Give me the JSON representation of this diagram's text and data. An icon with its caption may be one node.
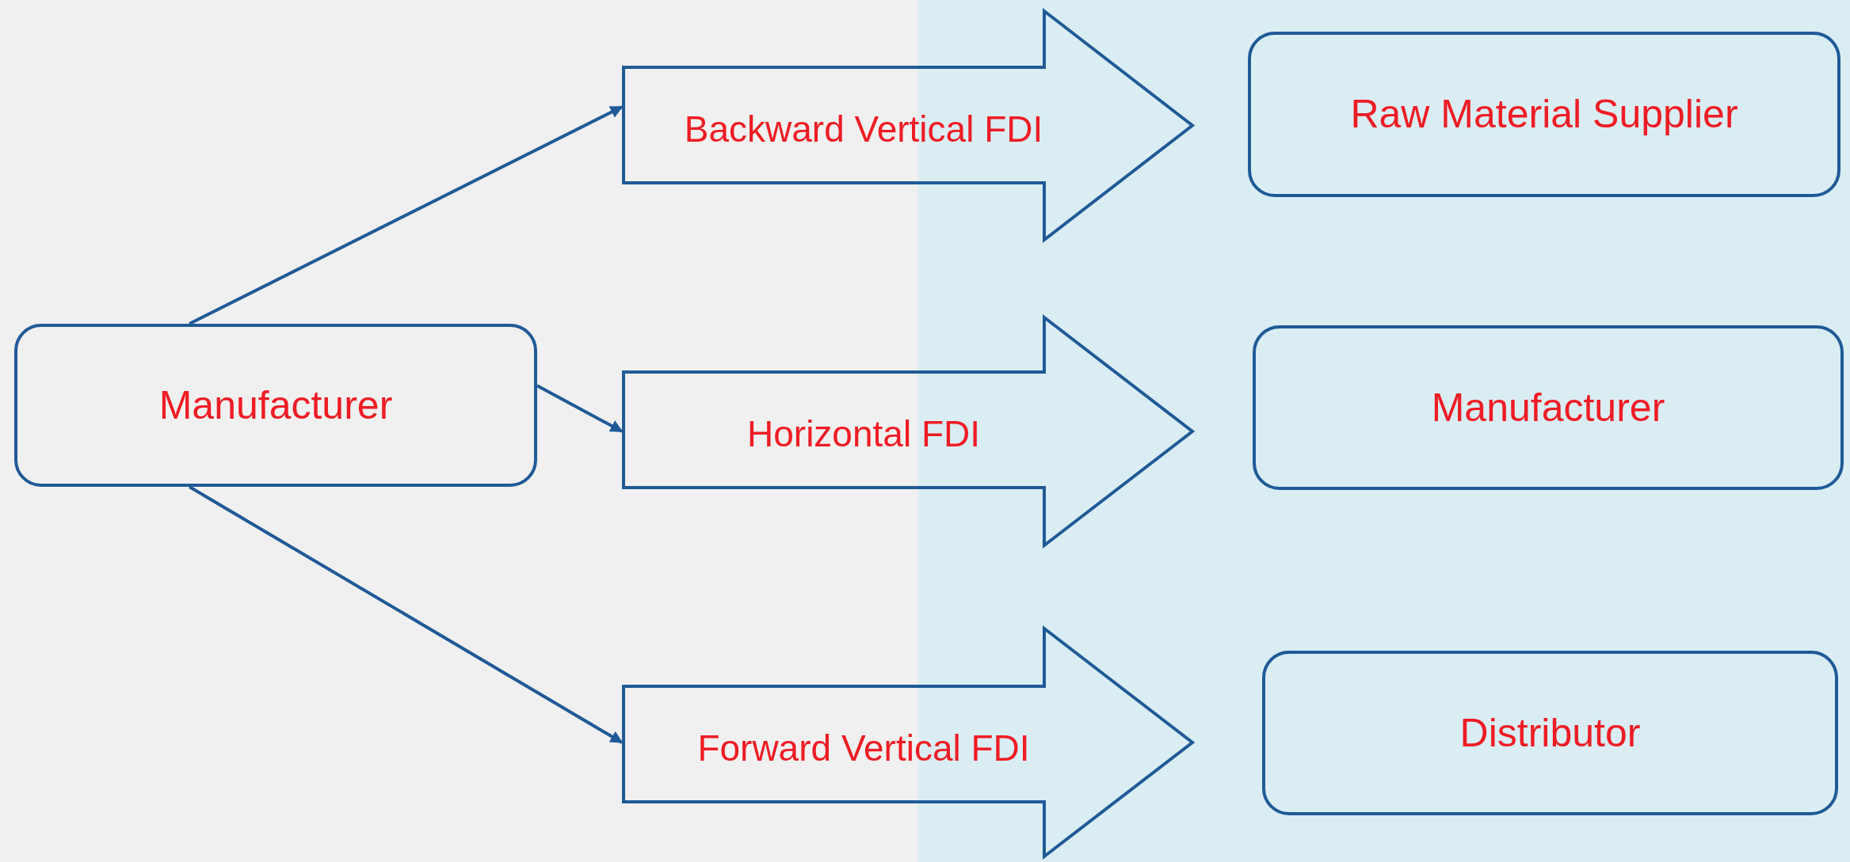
{
  "diagram": {
    "nodes": [
      {
        "text": [
          "Manufacturer"
        ]
      },
      {
        "text": [
          "Backward Vertical FDI"
        ]
      },
      {
        "text": [
          "Raw Material Supplier"
        ]
      },
      {
        "text": [
          "Horizontal FDI"
        ]
      },
      {
        "text": [
          "Manufacturer"
        ]
      },
      {
        "text": [
          "Forward Vertical FDI"
        ]
      },
      {
        "text": [
          "Distributor"
        ]
      }
    ],
    "edges": [
      {
        "from": 0,
        "to": 1,
        "arrow": "to"
      },
      {
        "from": 0,
        "to": 3,
        "arrow": "to"
      },
      {
        "from": 0,
        "to": 5,
        "arrow": "to"
      }
    ]
  }
}
